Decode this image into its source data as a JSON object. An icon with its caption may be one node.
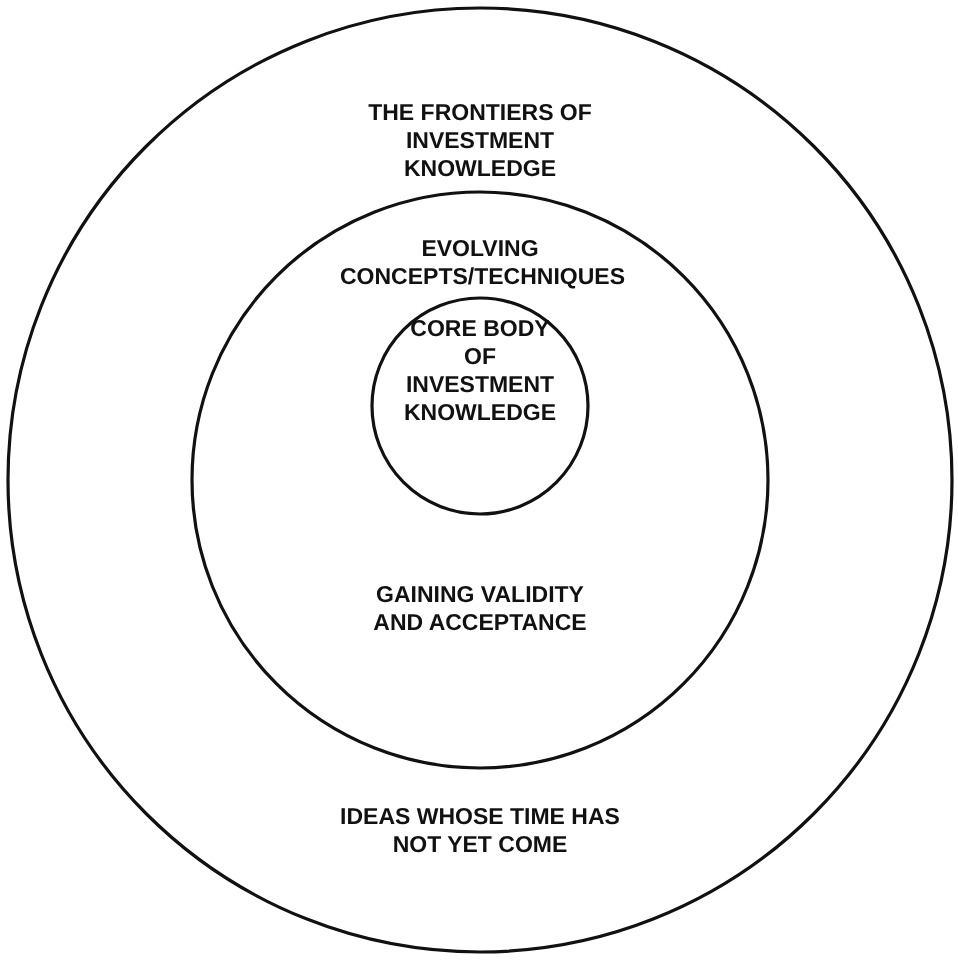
{
  "diagram": {
    "nodes": [
      {
        "text": [
          "THE FRONTIERS OF INVESTMENT KNOWLEDGE",
          "IDEAS WHOSE TIME HAS NOT YET COME"
        ]
      },
      {
        "text": [
          "EVOLVING CONCEPTS/TECHNIQUES",
          "GAINING VALIDITY AND ACCEPTANCE"
        ],
        "in": 0
      },
      {
        "text": [
          "CORE BODY OF INVESTMENT KNOWLEDGE"
        ],
        "in": 1
      }
    ]
  }
}
